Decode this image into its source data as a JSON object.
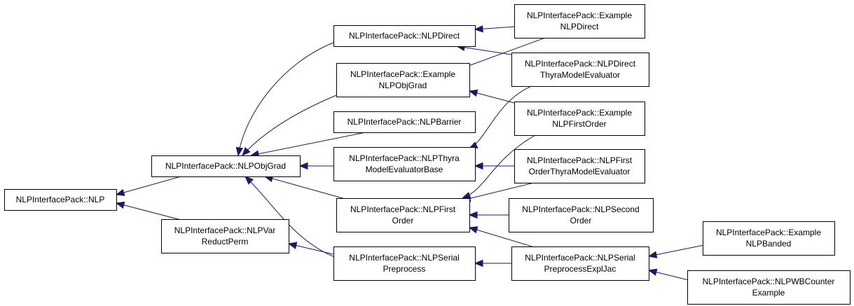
{
  "diagram": {
    "title": "",
    "colors": {
      "edge": "#191970",
      "node_border": "#000000",
      "node_fill": "#ffffff"
    },
    "nodes": [
      {
        "id": "nlp",
        "lines": [
          "NLPInterfacePack::NLP"
        ]
      },
      {
        "id": "nlpobjgrad",
        "lines": [
          "NLPInterfacePack::NLPObjGrad"
        ]
      },
      {
        "id": "nlpvar",
        "lines": [
          "NLPInterfacePack::NLPVar",
          "ReductPerm"
        ]
      },
      {
        "id": "nlpdirect",
        "lines": [
          "NLPInterfacePack::NLPDirect"
        ]
      },
      {
        "id": "exobjgrad",
        "lines": [
          "NLPInterfacePack::Example",
          "NLPObjGrad"
        ]
      },
      {
        "id": "barrier",
        "lines": [
          "NLPInterfacePack::NLPBarrier"
        ]
      },
      {
        "id": "thyrabase",
        "lines": [
          "NLPInterfacePack::NLPThyra",
          "ModelEvaluatorBase"
        ]
      },
      {
        "id": "firstorder",
        "lines": [
          "NLPInterfacePack::NLPFirst",
          "Order"
        ]
      },
      {
        "id": "serialpre",
        "lines": [
          "NLPInterfacePack::NLPSerial",
          "Preprocess"
        ]
      },
      {
        "id": "exdirect",
        "lines": [
          "NLPInterfacePack::Example",
          "NLPDirect"
        ]
      },
      {
        "id": "directthyra",
        "lines": [
          "NLPInterfacePack::NLPDirect",
          "ThyraModelEvaluator"
        ]
      },
      {
        "id": "exfirstorder",
        "lines": [
          "NLPInterfacePack::Example",
          "NLPFirstOrder"
        ]
      },
      {
        "id": "firstthyra",
        "lines": [
          "NLPInterfacePack::NLPFirst",
          "OrderThyraModelEvaluator"
        ]
      },
      {
        "id": "second",
        "lines": [
          "NLPInterfacePack::NLPSecond",
          "Order"
        ]
      },
      {
        "id": "serialjac",
        "lines": [
          "NLPInterfacePack::NLPSerial",
          "PreprocessExplJac"
        ]
      },
      {
        "id": "exbanded",
        "lines": [
          "NLPInterfacePack::Example",
          "NLPBanded"
        ]
      },
      {
        "id": "wbcounter",
        "lines": [
          "NLPInterfacePack::NLPWBCounter",
          "Example"
        ]
      }
    ],
    "edges": [
      {
        "from": "nlpobjgrad",
        "to": "nlp"
      },
      {
        "from": "nlpvar",
        "to": "nlp"
      },
      {
        "from": "nlpdirect",
        "to": "nlpobjgrad"
      },
      {
        "from": "exobjgrad",
        "to": "nlpobjgrad"
      },
      {
        "from": "barrier",
        "to": "nlpobjgrad"
      },
      {
        "from": "thyrabase",
        "to": "nlpobjgrad"
      },
      {
        "from": "firstorder",
        "to": "nlpobjgrad"
      },
      {
        "from": "serialpre",
        "to": "nlpobjgrad"
      },
      {
        "from": "serialpre",
        "to": "nlpvar"
      },
      {
        "from": "exdirect",
        "to": "nlpdirect"
      },
      {
        "from": "directthyra",
        "to": "nlpdirect"
      },
      {
        "from": "exdirect",
        "to": "exobjgrad"
      },
      {
        "from": "exfirstorder",
        "to": "exobjgrad"
      },
      {
        "from": "directthyra",
        "to": "thyrabase"
      },
      {
        "from": "firstthyra",
        "to": "thyrabase"
      },
      {
        "from": "exfirstorder",
        "to": "firstorder"
      },
      {
        "from": "firstthyra",
        "to": "firstorder"
      },
      {
        "from": "second",
        "to": "firstorder"
      },
      {
        "from": "serialjac",
        "to": "firstorder"
      },
      {
        "from": "serialjac",
        "to": "serialpre"
      },
      {
        "from": "exbanded",
        "to": "serialjac"
      },
      {
        "from": "wbcounter",
        "to": "serialjac"
      }
    ]
  }
}
